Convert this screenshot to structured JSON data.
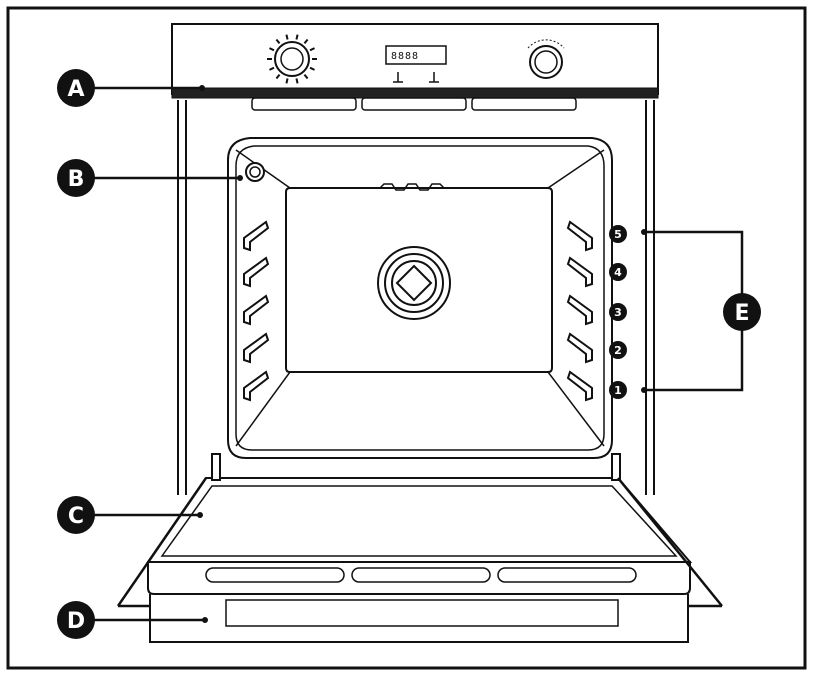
{
  "callouts": {
    "a": "A",
    "b": "B",
    "c": "C",
    "d": "D",
    "e": "E"
  },
  "shelf_positions": [
    "5",
    "4",
    "3",
    "2",
    "1"
  ],
  "display": {
    "digits": "8888"
  },
  "colors": {
    "line": "#111111",
    "callout_fill": "#111111",
    "background": "#ffffff"
  }
}
